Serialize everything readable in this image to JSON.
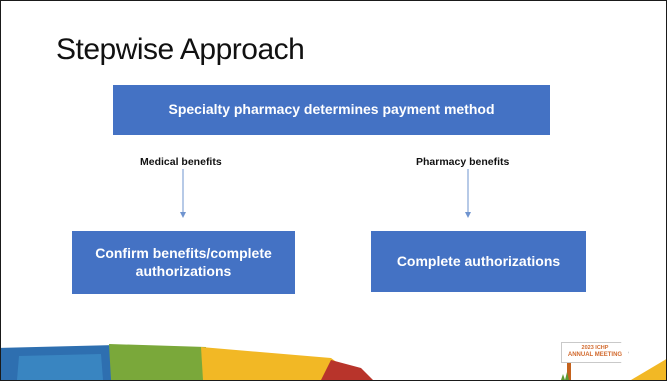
{
  "slide": {
    "title": "Stepwise Approach",
    "top_box": "Specialty pharmacy determines payment method",
    "left_label": "Medical benefits",
    "right_label": "Pharmacy benefits",
    "left_box": "Confirm benefits/complete authorizations",
    "right_box": "Complete authorizations"
  },
  "footer": {
    "event_year": "2023 ICHP",
    "event_name": "ANNUAL MEETING"
  },
  "colors": {
    "box_fill": "#4472c4",
    "arrow": "#6f94cf",
    "footer_blue": "#2e6fb0",
    "footer_green": "#7aa83a",
    "footer_yellow": "#f2b825",
    "footer_red": "#b8342b",
    "sign_text": "#d26a2e"
  }
}
